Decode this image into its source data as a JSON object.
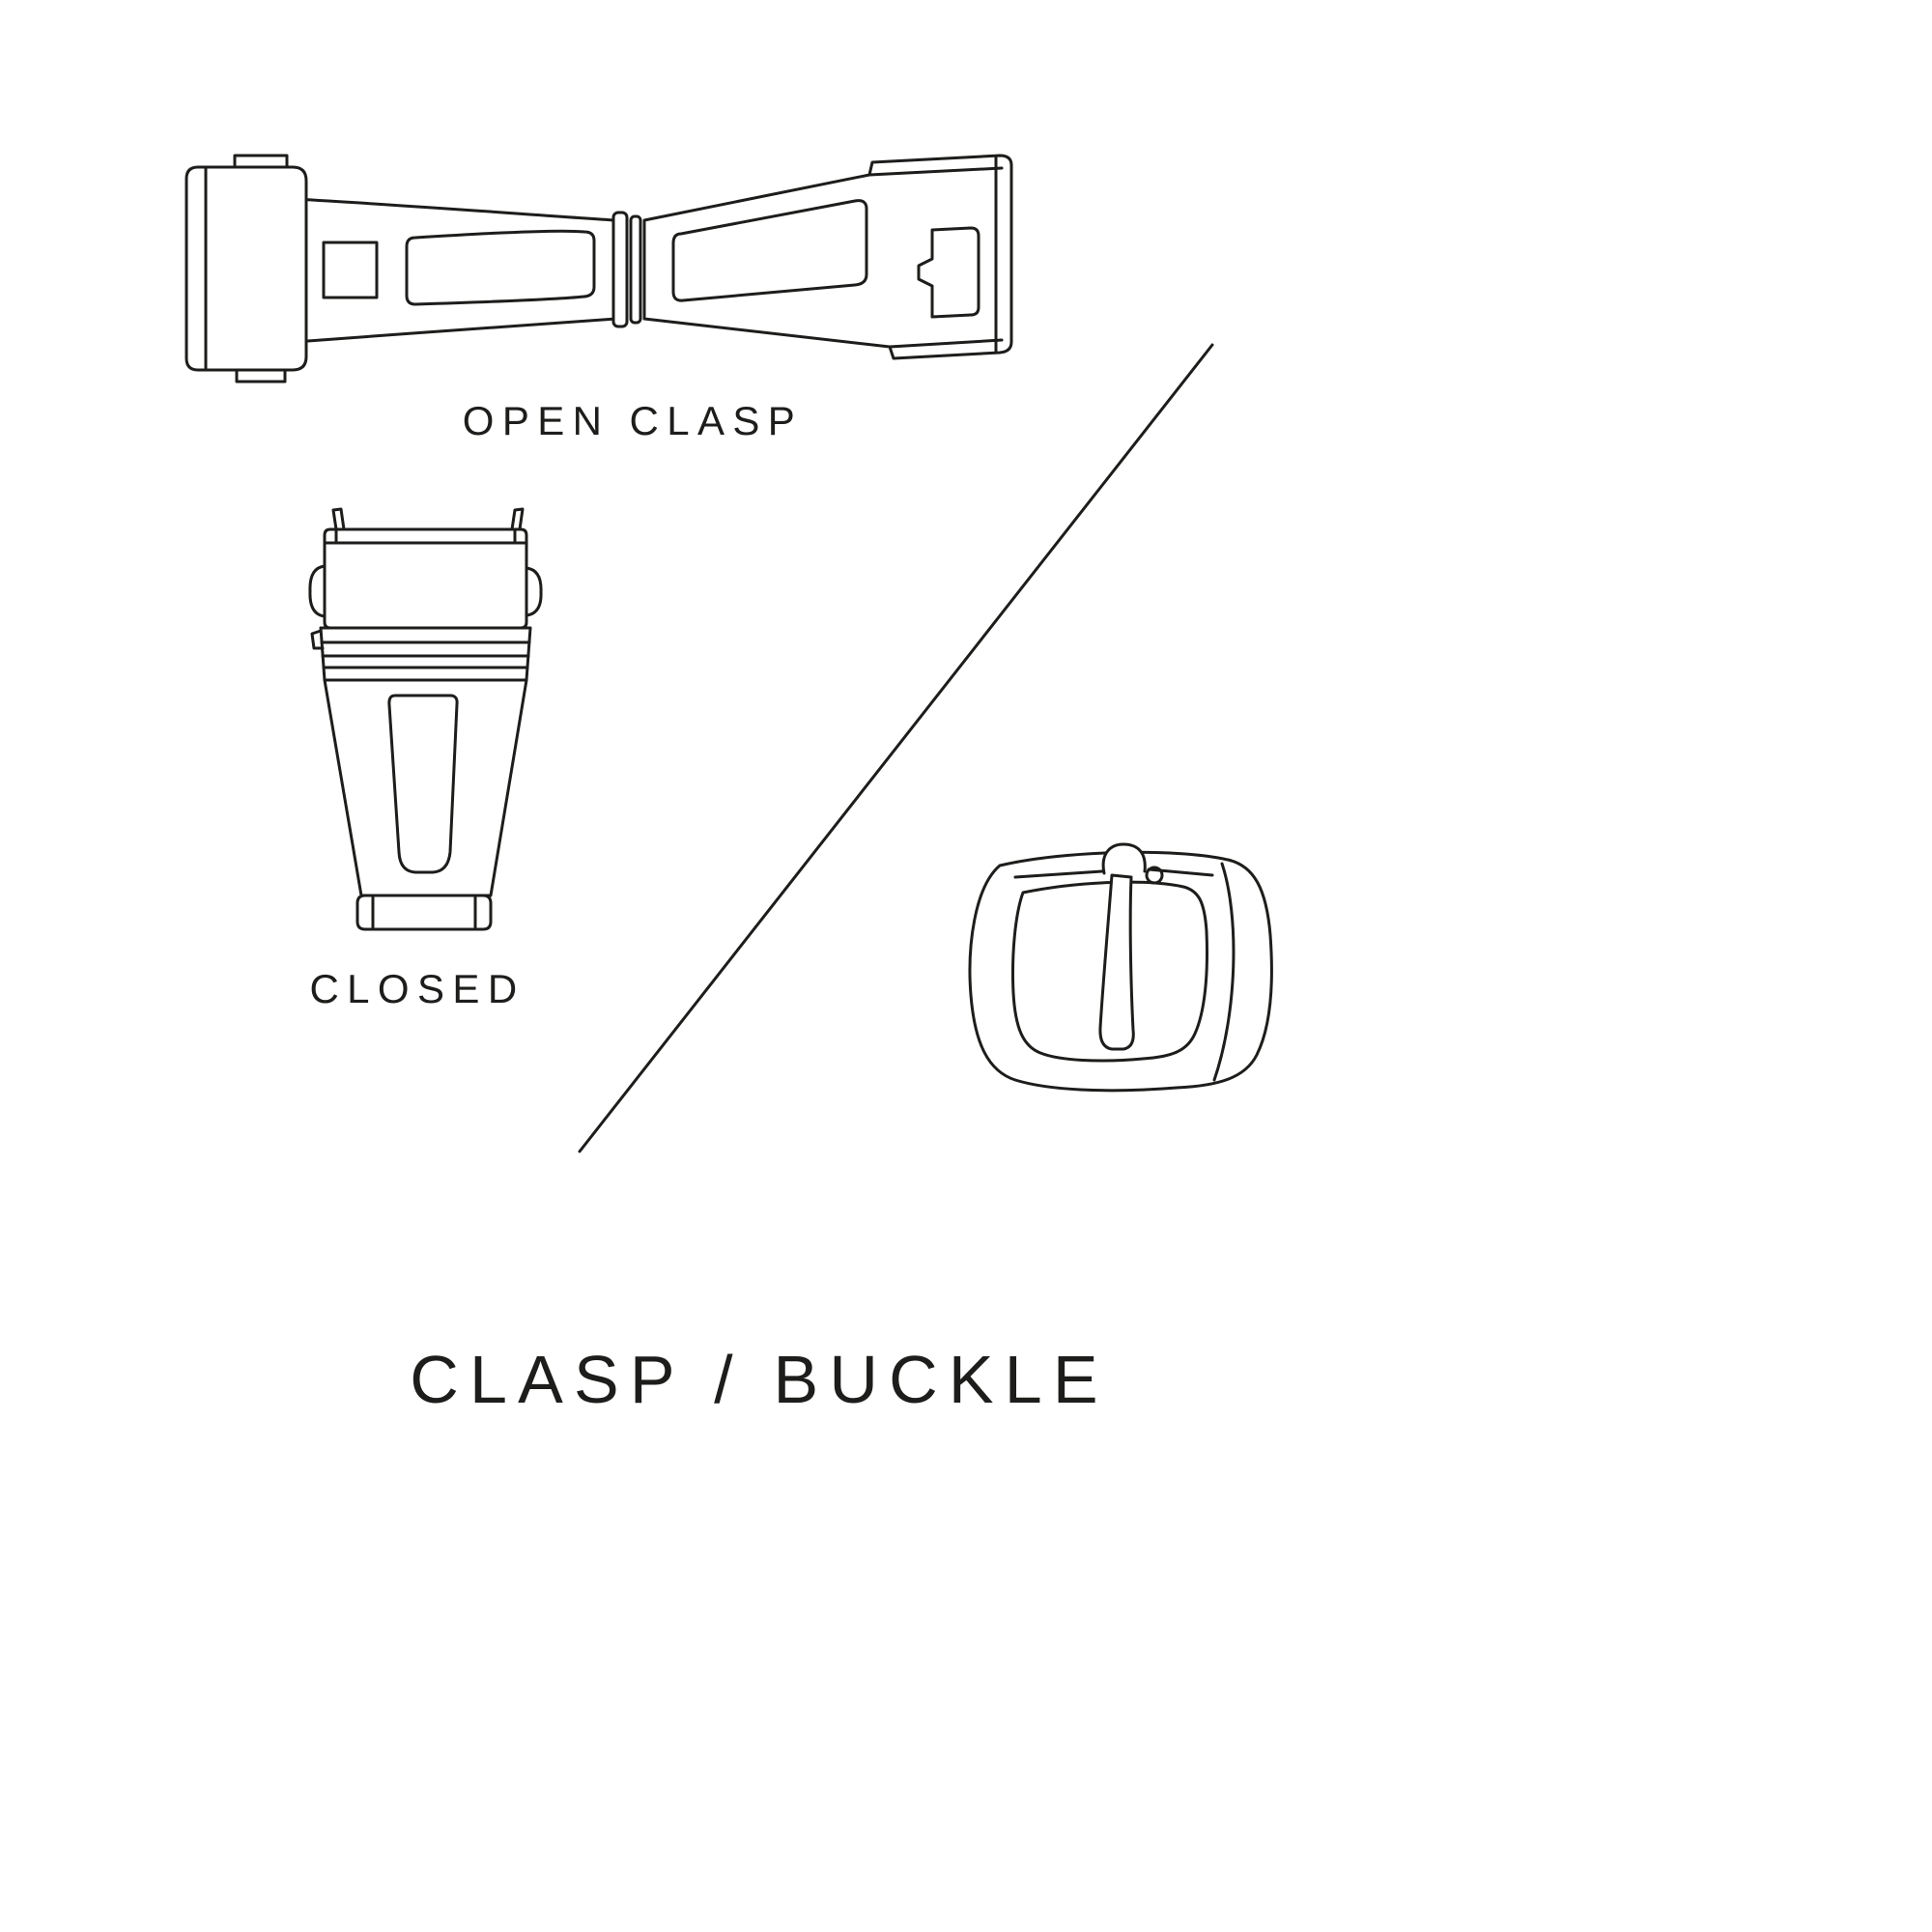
{
  "page": {
    "background_color": "#ffffff",
    "line_color": "#1d1d1b",
    "title": "CLASP / BUCKLE"
  },
  "figures": {
    "open_clasp": {
      "name": "open-clasp-illustration",
      "label": "OPEN CLASP"
    },
    "closed_clasp": {
      "name": "closed-clasp-illustration",
      "label": "CLOSED"
    },
    "pin_buckle": {
      "name": "pin-buckle-illustration"
    },
    "divider": {
      "name": "diagonal-divider-line"
    }
  }
}
